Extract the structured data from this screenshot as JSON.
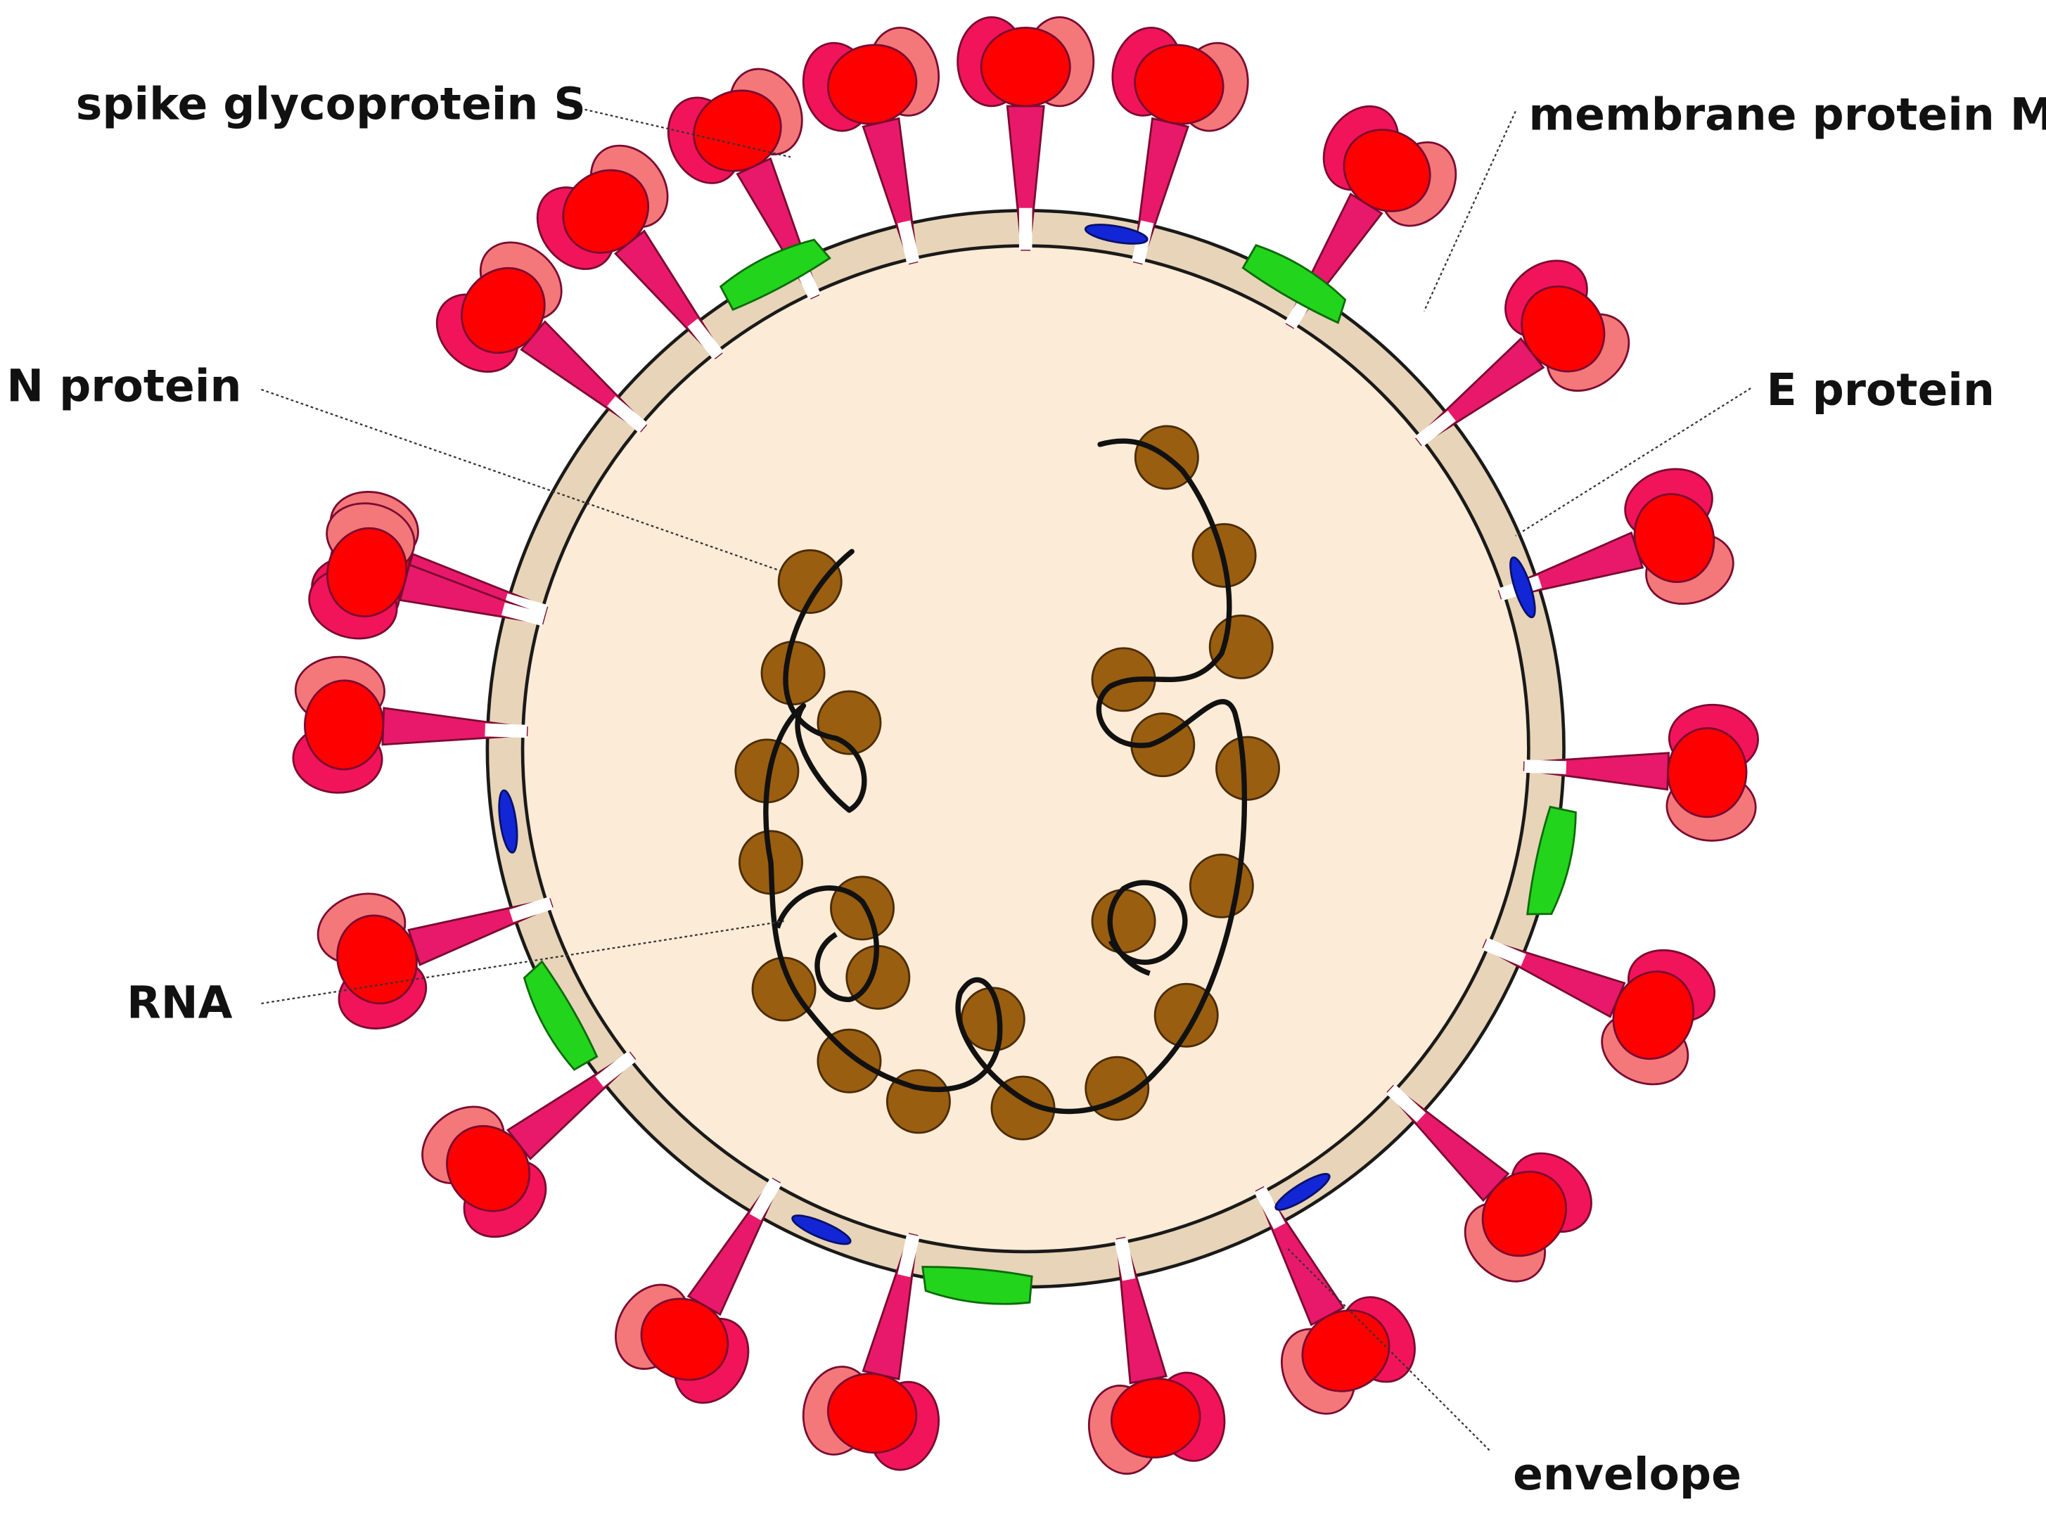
{
  "diagram": {
    "colors": {
      "virion_fill": "#fcebd6",
      "envelope_fill": "#e8d4b8",
      "spike_stalk": "#e8196a",
      "spike_head_dark": "#f2145a",
      "spike_head_light": "#f4787a",
      "spike_head_core": "#ff0000",
      "membrane_protein_m": "#22d41c",
      "e_protein": "#1226d6",
      "n_protein": "#9a5e10",
      "rna": "#111111",
      "label_text": "#111111"
    },
    "labels": {
      "spike": "spike glycoprotein S",
      "membrane": "membrane protein M",
      "n_protein": "N protein",
      "e_protein": "E protein",
      "rna": "RNA",
      "envelope": "envelope"
    }
  }
}
